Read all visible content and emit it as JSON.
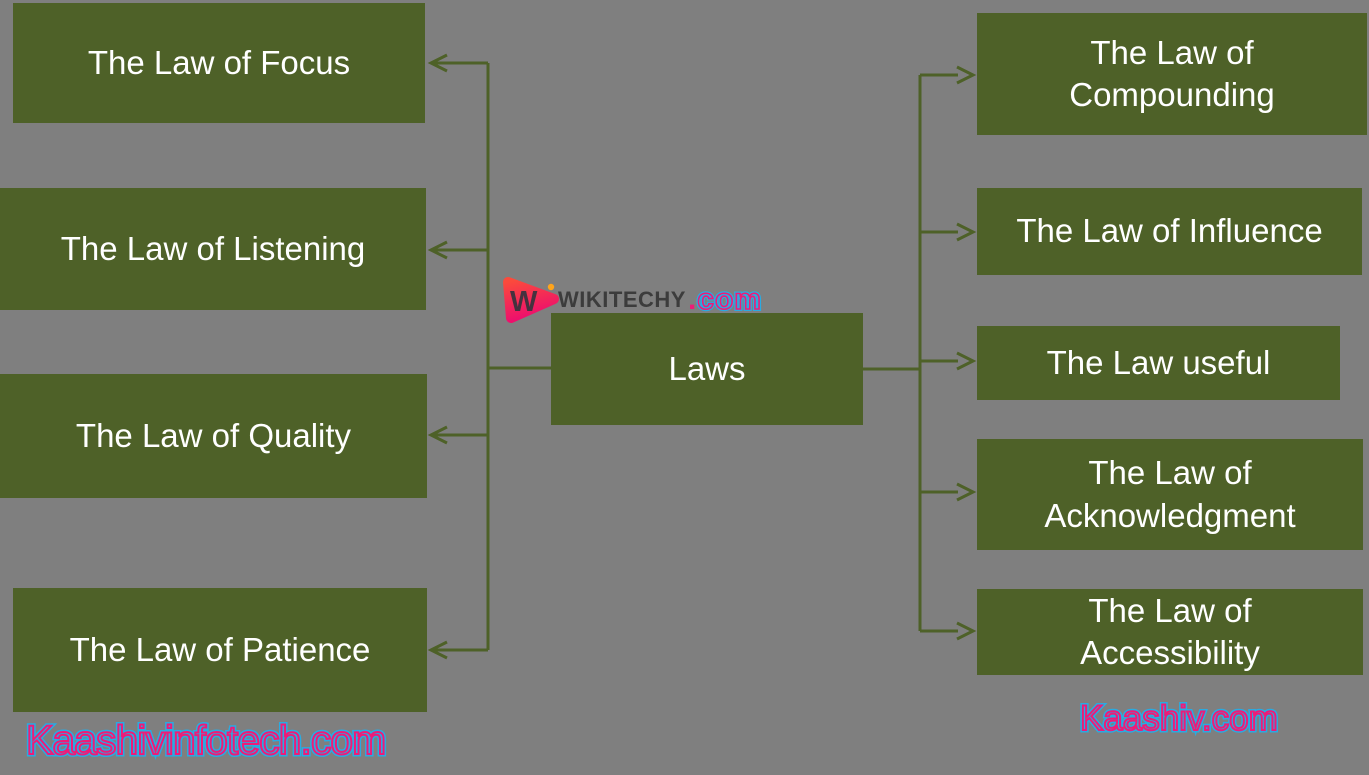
{
  "diagram": {
    "center": {
      "label": "Laws"
    },
    "left_nodes": [
      {
        "label": "The Law of Focus"
      },
      {
        "label": "The Law of Listening"
      },
      {
        "label": "The Law of Quality"
      },
      {
        "label": "The Law of Patience"
      }
    ],
    "right_nodes": [
      {
        "label": "The Law of\nCompounding"
      },
      {
        "label": "The Law of Influence"
      },
      {
        "label": "The Law useful"
      },
      {
        "label": "The Law of\nAcknowledgment"
      },
      {
        "label": "The Law of\nAccessibility"
      }
    ]
  },
  "branding": {
    "logo_monogram": "W",
    "logo_word": "WIKITECHY",
    "logo_dot": ".",
    "logo_domain": "com",
    "watermark_left": "Kaashivinfotech.com",
    "watermark_right": "Kaashiv.com"
  },
  "colors": {
    "background": "#7f7f7f",
    "node_fill": "#4e6128",
    "node_text": "#ffffff",
    "connector": "#4e6128",
    "watermark_pink": "#ed1c78",
    "watermark_blue": "#29abe2",
    "logo_word_color": "#3c3c3c",
    "logo_monogram_color": "#45323f",
    "logo_grad_top": "#fb4a3c",
    "logo_grad_bottom": "#ee106c",
    "logo_dot_accent": "#ffa41b"
  }
}
